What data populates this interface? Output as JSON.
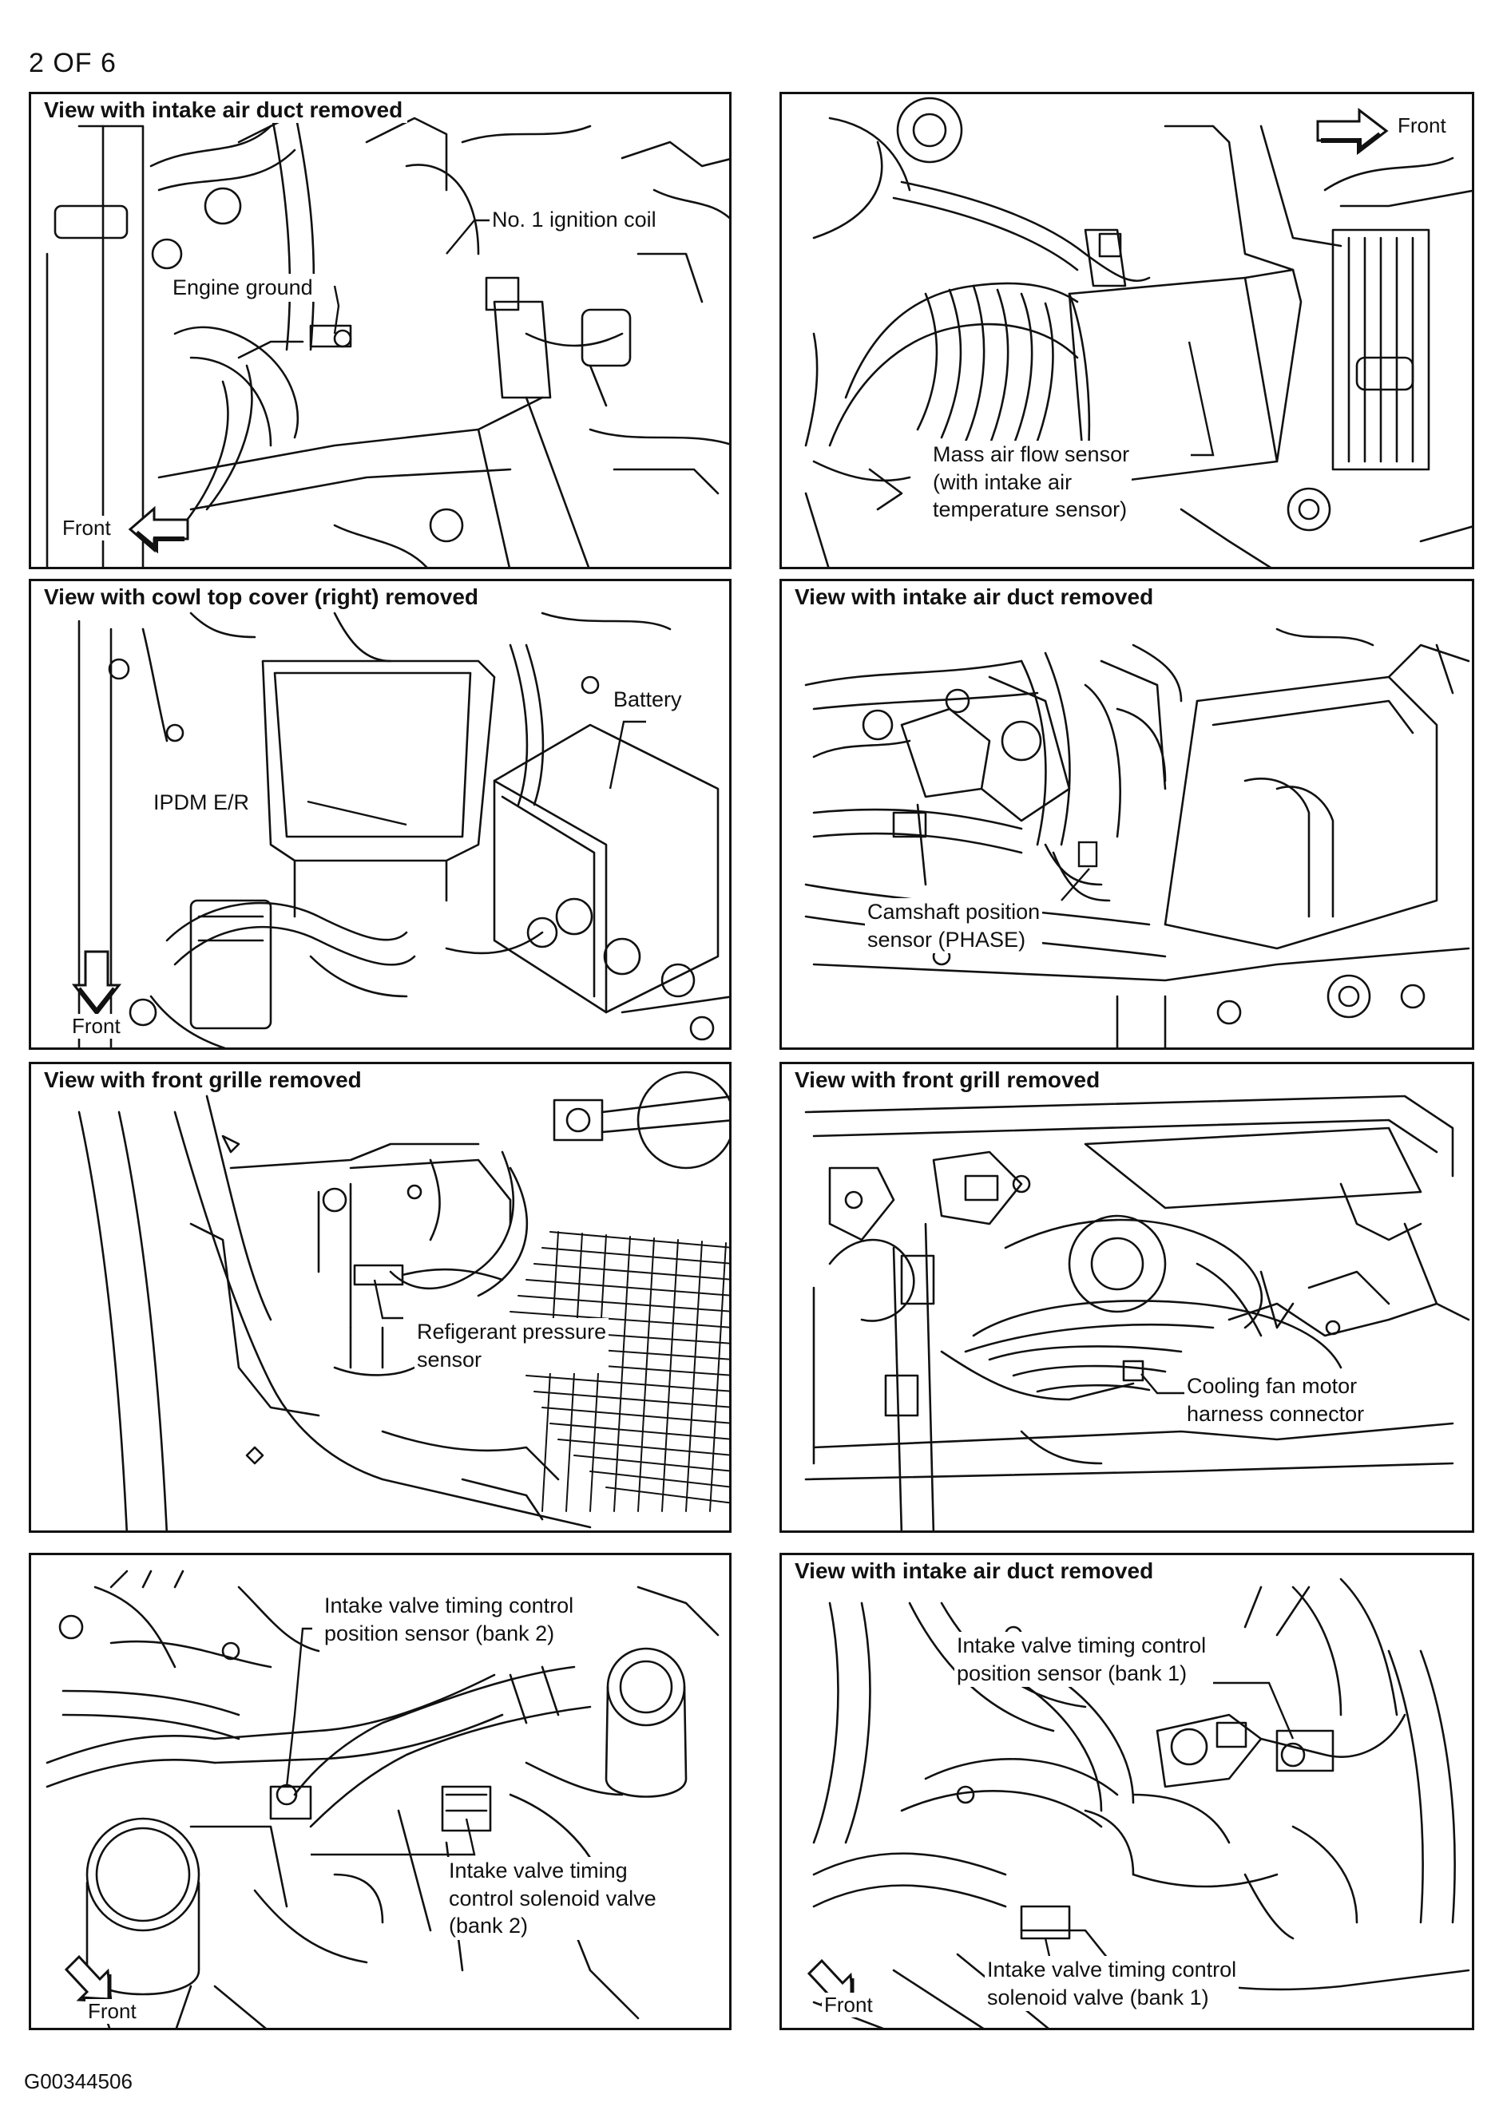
{
  "page_label": "2 OF 6",
  "doc_code": "G00344506",
  "panels": [
    {
      "title": "View with intake air duct removed",
      "labels": [
        "No. 1 ignition coil",
        "Engine ground"
      ],
      "front": "Front"
    },
    {
      "title": "",
      "labels": [
        "Mass air flow sensor\n(with intake air\ntemperature sensor)"
      ],
      "front": "Front"
    },
    {
      "title": "View with cowl top cover (right) removed",
      "labels": [
        "Battery",
        "IPDM E/R"
      ],
      "front": "Front"
    },
    {
      "title": "View with intake air duct removed",
      "labels": [
        "Camshaft position\nsensor (PHASE)"
      ],
      "front": ""
    },
    {
      "title": "View with front grille removed",
      "labels": [
        "Refigerant pressure\nsensor"
      ],
      "front": ""
    },
    {
      "title": "View with front grill removed",
      "labels": [
        "Cooling fan motor\nharness connector"
      ],
      "front": ""
    },
    {
      "title": "",
      "labels": [
        "Intake valve timing control\nposition sensor (bank 2)",
        "Intake valve timing\ncontrol solenoid valve\n(bank 2)"
      ],
      "front": "Front"
    },
    {
      "title": "View with intake air duct removed",
      "labels": [
        "Intake valve timing control\nposition sensor (bank 1)",
        "Intake valve timing control\nsolenoid valve (bank 1)"
      ],
      "front": "Front"
    }
  ]
}
